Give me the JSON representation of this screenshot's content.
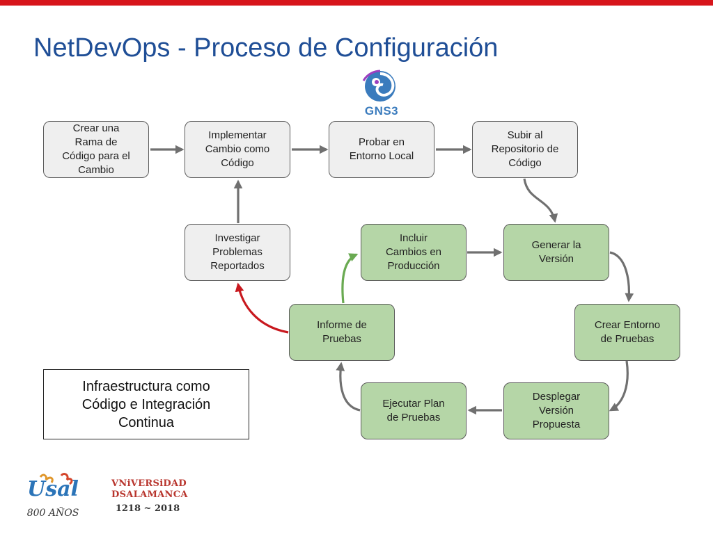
{
  "title": "NetDevOps - Proceso de Configuración",
  "nodes": {
    "branch": "Crear una\nRama de\nCódigo para el\nCambio",
    "implement": "Implementar\nCambio como\nCódigo",
    "test_local": "Probar en\nEntorno Local",
    "upload": "Subir al\nRepositorio de\nCódigo",
    "investigate": "Investigar\nProblemas\nReportados",
    "include_prod": "Incluir\nCambios en\nProducción",
    "build_version": "Generar la\nVersión",
    "test_report": "Informe de\nPruebas",
    "create_env": "Crear Entorno\nde Pruebas",
    "run_tests": "Ejecutar Plan\nde Pruebas",
    "deploy": "Desplegar\nVersión\nPropuesta"
  },
  "caption": "Infraestructura como\nCódigo e Integración\nContinua",
  "logos": {
    "gns3": "GNS3",
    "usal": "Usal",
    "usal_years": "800 AÑOS",
    "university_line1": "VNiVERSiDAD",
    "university_line2": "DSALAMANCA",
    "university_years": "1218 ~ 2018"
  },
  "colors": {
    "accent_bar": "#d7151b",
    "title": "#1f4e96",
    "node_gray": "#efefef",
    "node_green": "#b5d6a7",
    "arrow_default": "#707070",
    "arrow_success": "#6aaa52",
    "arrow_failure": "#c8181e"
  },
  "icons": [
    "gns3-chameleon-logo",
    "usal-800-logo",
    "universidad-salamanca-logo"
  ]
}
